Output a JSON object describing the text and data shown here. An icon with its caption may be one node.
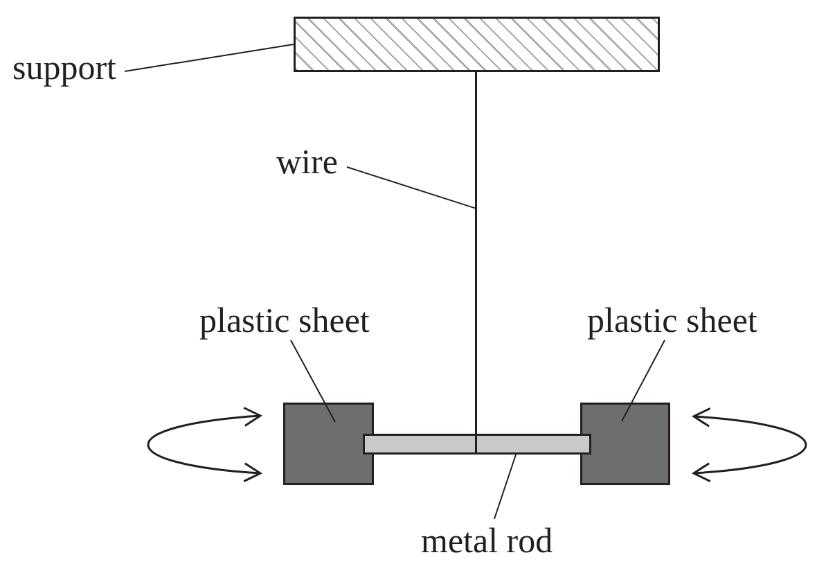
{
  "diagram": {
    "nodes": [
      {
        "text": [
          "support"
        ]
      },
      {
        "text": [],
        "shape": "box"
      },
      {
        "text": [
          "wire"
        ]
      },
      {
        "text": [],
        "shape": "line"
      },
      {
        "text": [
          "plastic sheet"
        ]
      },
      {
        "text": [],
        "shape": "box"
      },
      {
        "text": [
          "plastic sheet"
        ]
      },
      {
        "text": [],
        "shape": "box"
      },
      {
        "text": [],
        "shape": "bar"
      },
      {
        "text": [
          "metal rod"
        ]
      }
    ],
    "edges": [
      {
        "from": 0,
        "to": 1,
        "arrow": "none"
      },
      {
        "from": 2,
        "to": 3,
        "arrow": "none"
      },
      {
        "from": 4,
        "to": 5,
        "arrow": "none"
      },
      {
        "from": 6,
        "to": 7,
        "arrow": "none"
      },
      {
        "from": 9,
        "to": 8,
        "arrow": "none"
      }
    ]
  }
}
